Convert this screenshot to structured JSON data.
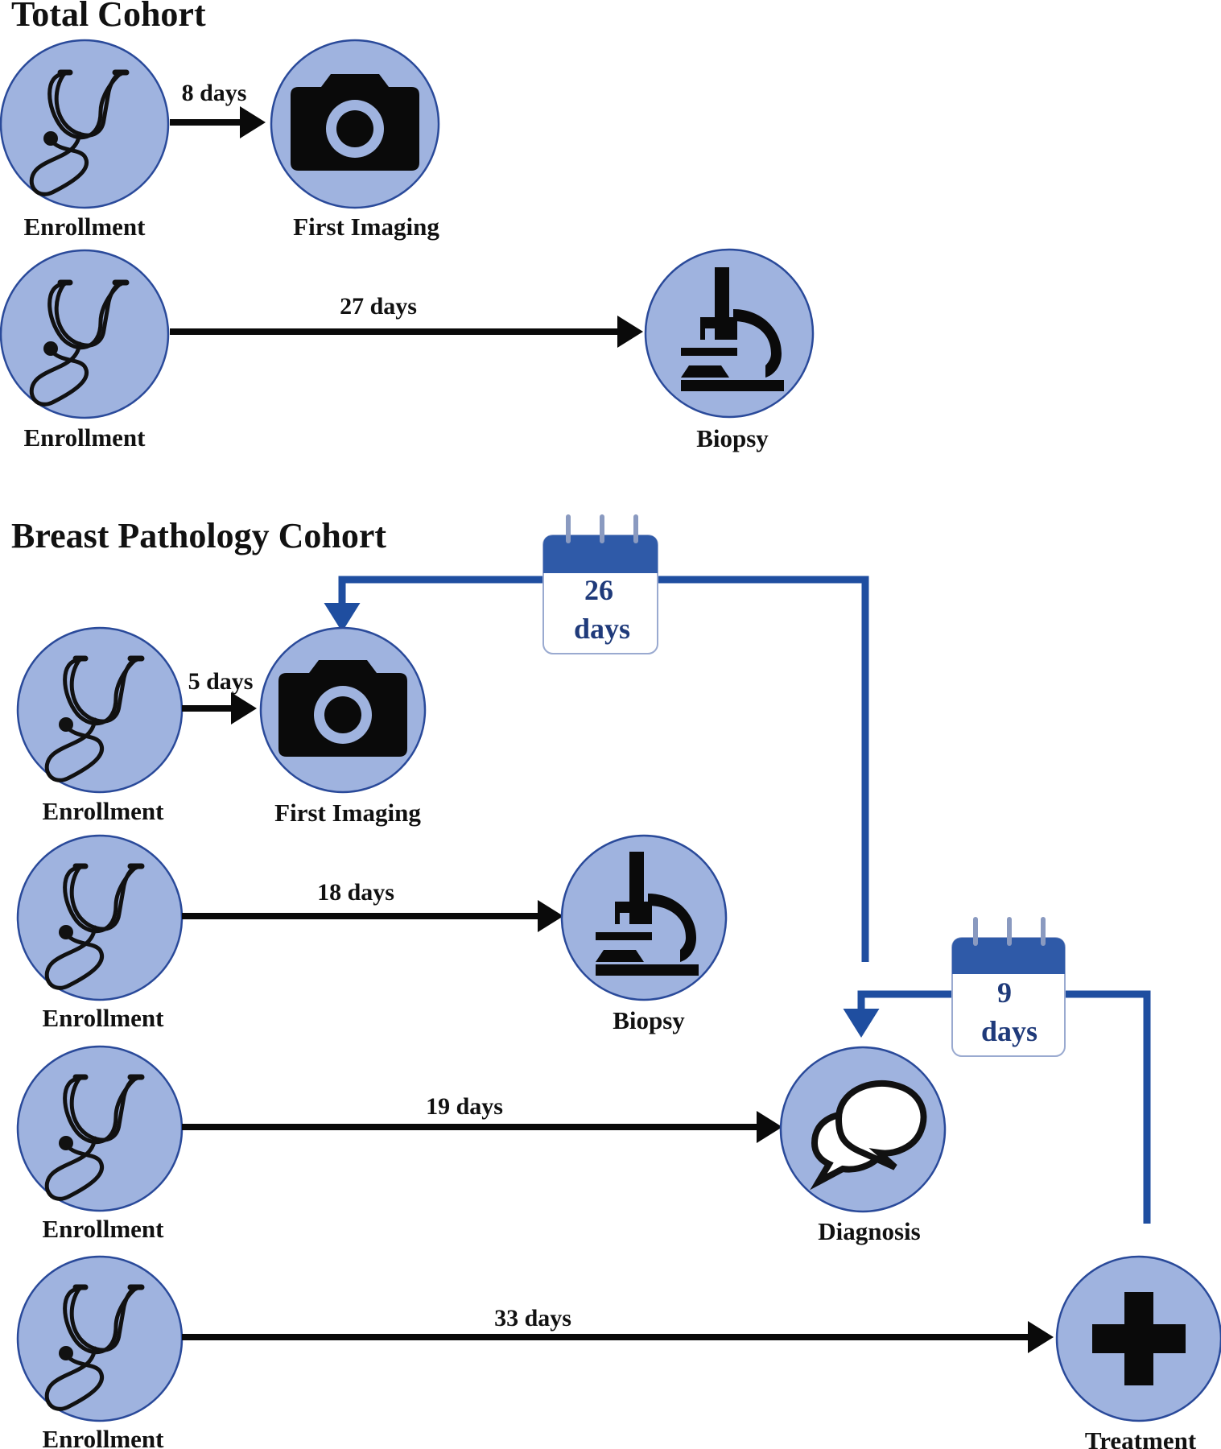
{
  "sections": {
    "total": "Total Cohort",
    "breast": "Breast Pathology Cohort"
  },
  "labels": {
    "enrollment": "Enrollment",
    "first_imaging": "First Imaging",
    "biopsy": "Biopsy",
    "diagnosis": "Diagnosis",
    "treatment": "Treatment"
  },
  "total_cohort": {
    "enroll_to_imaging": "8 days",
    "enroll_to_biopsy": "27 days"
  },
  "breast_cohort": {
    "enroll_to_imaging": "5 days",
    "enroll_to_biopsy": "18 days",
    "enroll_to_diagnosis": "19 days",
    "enroll_to_treatment": "33 days",
    "imaging_to_diagnosis": {
      "number": "26",
      "unit": "days"
    },
    "diagnosis_to_treatment": {
      "number": "9",
      "unit": "days"
    }
  },
  "colors": {
    "node_fill": "#9fb3df",
    "node_stroke": "#2a4a9a",
    "blue_connector": "#1f4ea0",
    "calendar_header": "#2f5aa8"
  },
  "icons": [
    "stethoscope-icon",
    "camera-icon",
    "microscope-icon",
    "speech-bubbles-icon",
    "medical-cross-icon",
    "calendar-icon"
  ]
}
